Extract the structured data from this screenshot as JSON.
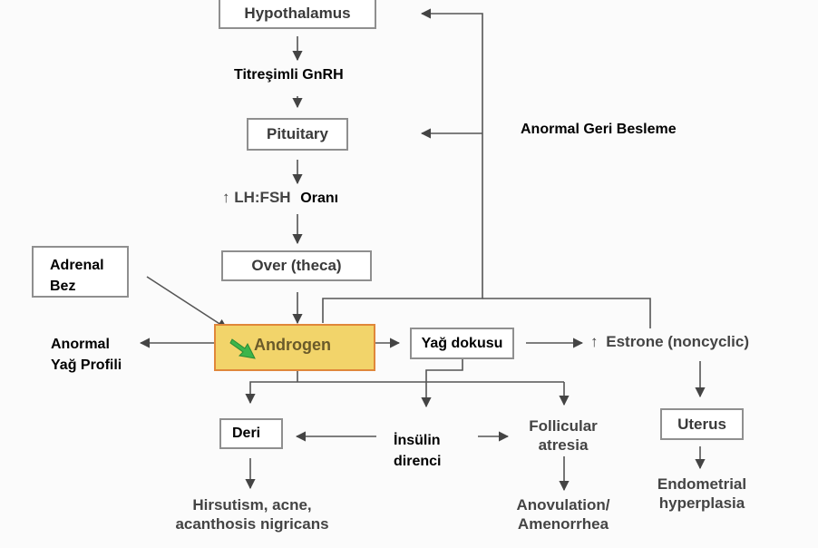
{
  "nodes": {
    "hypothalamus": "Hypothalamus",
    "gnrh": "Titreşimli GnRH",
    "pituitary": "Pituitary",
    "lhfsh_arrow": "↑",
    "lhfsh": "LH:FSH",
    "lhfsh_suffix": "Oranı",
    "over": "Over (theca)",
    "adrenal": "Adrenal Bez",
    "androgen": "Androgen",
    "fat": "Yağ dokusu",
    "estrone_arrow": "↑",
    "estrone": "Estrone (noncyclic)",
    "abnormal_feedback": "Anormal Geri Besleme",
    "abnormal_fat_profile": "Anormal Yağ Profili",
    "skin": "Deri",
    "insulin": "İnsülin direnci",
    "follicular": "Follicular atresia",
    "uterus": "Uterus",
    "hirsutism": "Hirsutism, acne, acanthosis nigricans",
    "anovulation": "Anovulation/ Amenorrhea",
    "endometrial": "Endometrial hyperplasia"
  },
  "colors": {
    "androgen_fill": "#f2d46a",
    "androgen_border": "#e0873a",
    "green_arrow": "#3cb54a"
  }
}
